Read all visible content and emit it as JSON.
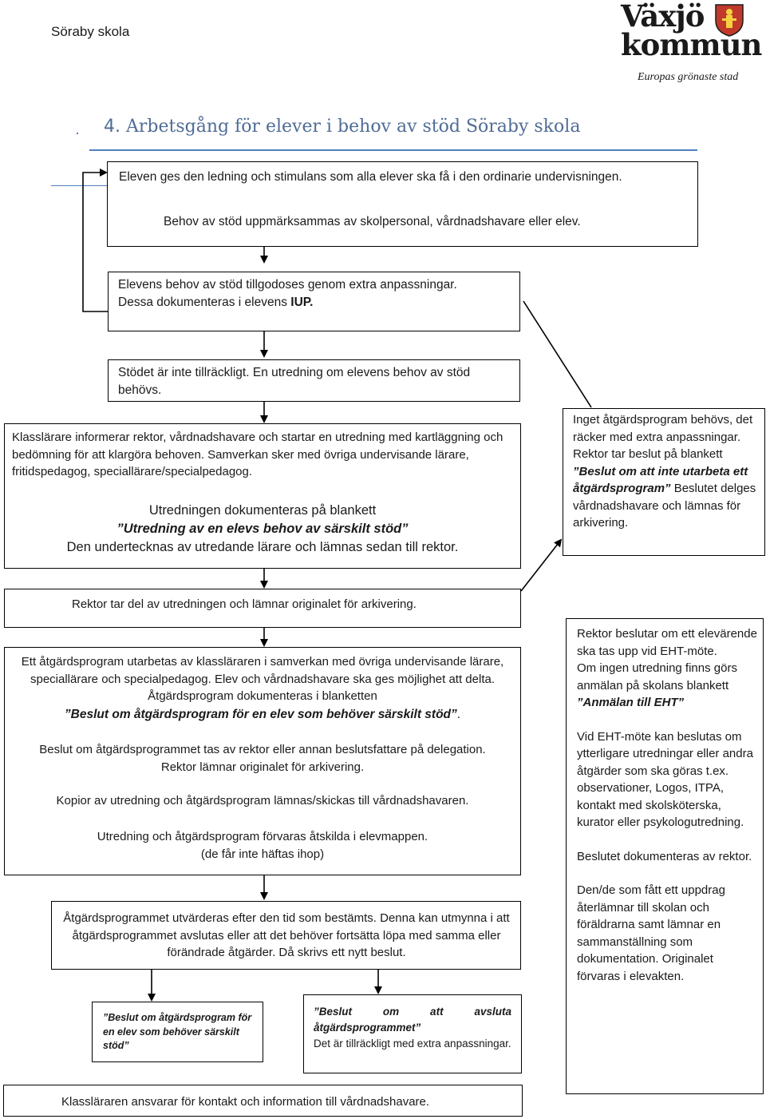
{
  "header": {
    "school": "Söraby skola",
    "logo_title_line1": "Växjö",
    "logo_title_line2": "kommun",
    "logo_subtitle": "Europas grönaste stad"
  },
  "heading": {
    "number": "4.",
    "title": "Arbetsgång för elever i behov av stöd Söraby skola"
  },
  "boxes": {
    "b1": {
      "line1": "Eleven ges den ledning och stimulans som alla elever ska få i den ordinarie undervisningen.",
      "line2": "Behov av stöd uppmärksammas av skolpersonal, vårdnadshavare eller elev."
    },
    "b2": {
      "line1": "Elevens behov av stöd tillgodoses genom extra anpassningar.",
      "line2_pre": "Dessa dokumenteras i elevens ",
      "line2_bold": "IUP."
    },
    "b3": {
      "text": "Stödet är inte tillräckligt. En utredning om elevens behov av stöd behövs."
    },
    "b4": {
      "p1": "Klasslärare informerar rektor, vårdnadshavare och startar en utredning med kartläggning och bedömning för att klargöra behoven.",
      "p1b": " Samverkan sker med övriga undervisande lärare, fritidspedagog, speciallärare/specialpedagog.",
      "p2": "Utredningen dokumenteras på blankett",
      "p3": "”Utredning av en elevs behov av särskilt stöd”",
      "p4": "Den undertecknas av utredande lärare och lämnas sedan till rektor."
    },
    "b5": {
      "p1": "Inget åtgärdsprogram behövs, det räcker med extra anpassningar.",
      "p2": "Rektor tar beslut på blankett",
      "p3": "”Beslut om att inte utarbeta ett åtgärdsprogram”",
      "p4": " Beslutet delges vårdnadshavare och lämnas för arkivering."
    },
    "b6": {
      "text": "Rektor tar del av utredningen och lämnar originalet för arkivering."
    },
    "b7": {
      "p1": "Ett åtgärdsprogram utarbetas av klassläraren i samverkan med övriga undervisande lärare, speciallärare och specialpedagog. Elev och vårdnadshavare ska ges möjlighet att delta. Åtgärdsprogram dokumenteras i blanketten",
      "p2": "”Beslut om åtgärdsprogram för en elev som behöver särskilt stöd”",
      "p2_end": ".",
      "p3": "Beslut om åtgärdsprogrammet tas av rektor eller annan beslutsfattare på delegation.",
      "p4": "Rektor lämnar originalet för arkivering.",
      "p5": "Kopior av utredning och åtgärdsprogram lämnas/skickas till vårdnadshavaren.",
      "p6": "Utredning och åtgärdsprogram förvaras åtskilda i elevmappen.",
      "p7": "(de får inte häftas ihop)"
    },
    "b8": {
      "p1": "Rektor beslutar om ett elevärende ska tas upp vid EHT-möte.",
      "p2": "Om ingen utredning finns görs anmälan på skolans blankett",
      "p3": "”Anmälan till EHT”",
      "p4": "Vid EHT-möte kan beslutas om ytterligare utredningar eller andra åtgärder som ska göras t.ex. observationer, Logos, ITPA, kontakt med skolsköterska, kurator eller psykologutredning.",
      "p5": "Beslutet dokumenteras av rektor.",
      "p6": "Den/de som fått ett uppdrag återlämnar till skolan och föräldrarna samt lämnar en sammanställning som dokumentation. Originalet förvaras i elevakten."
    },
    "b9": {
      "text": "Åtgärdsprogrammet utvärderas efter den tid som bestämts. Denna kan utmynna i att åtgärdsprogrammet avslutas eller att det behöver fortsätta löpa med samma eller förändrade åtgärder. Då skrivs ett nytt beslut."
    },
    "b10": {
      "text": "”Beslut om åtgärdsprogram för en elev som behöver särskilt stöd”"
    },
    "b11": {
      "title": "”Beslut om att avsluta åtgärdsprogrammet”",
      "text": "Det är tillräckligt med extra anpassningar."
    },
    "b12": {
      "text": "Klassläraren ansvarar för kontakt och information till vårdnadshavare."
    }
  },
  "colors": {
    "heading": "#4f6c96",
    "rule": "#4f81bd"
  }
}
